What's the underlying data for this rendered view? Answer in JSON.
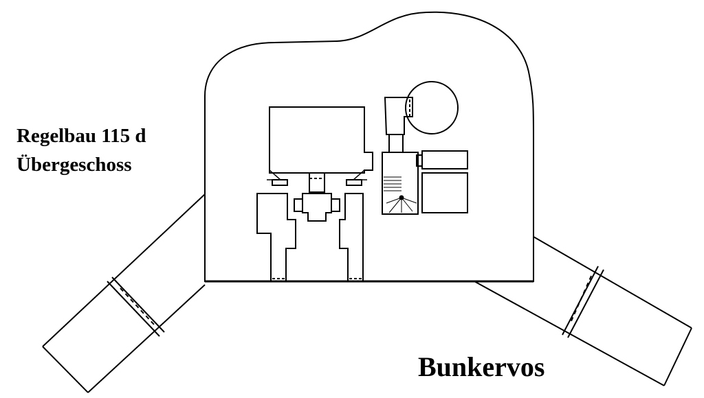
{
  "diagram": {
    "title": "Regelbau 115 d",
    "subtitle": "Übergeschoss",
    "watermark": "Bunkervos",
    "line_color": "#000000",
    "background": "#ffffff"
  }
}
